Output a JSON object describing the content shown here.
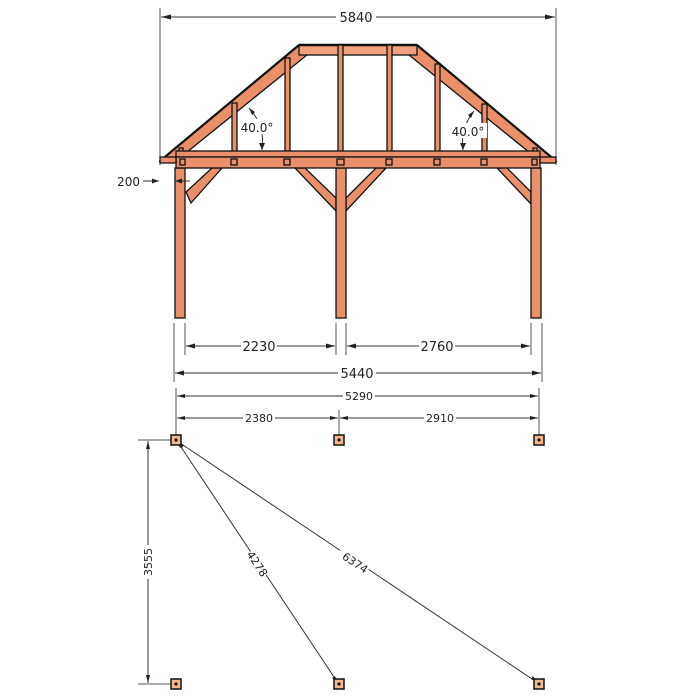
{
  "elevation": {
    "overall_roof_width_label": "5840",
    "roof_pitch_left_label": "40.0°",
    "roof_pitch_right_label": "40.0°",
    "overhang_label": "200",
    "bay_left_label": "2230",
    "bay_right_label": "2760",
    "overall_post_width_label": "5440"
  },
  "plan": {
    "overall_label": "5290",
    "bay_left_label": "2380",
    "bay_right_label": "2910",
    "depth_label": "3555",
    "diagonal_short_label": "4278",
    "diagonal_long_label": "6374"
  },
  "colors": {
    "timber": "#e9906a",
    "footing": "#f3b88c",
    "line": "#111111"
  }
}
